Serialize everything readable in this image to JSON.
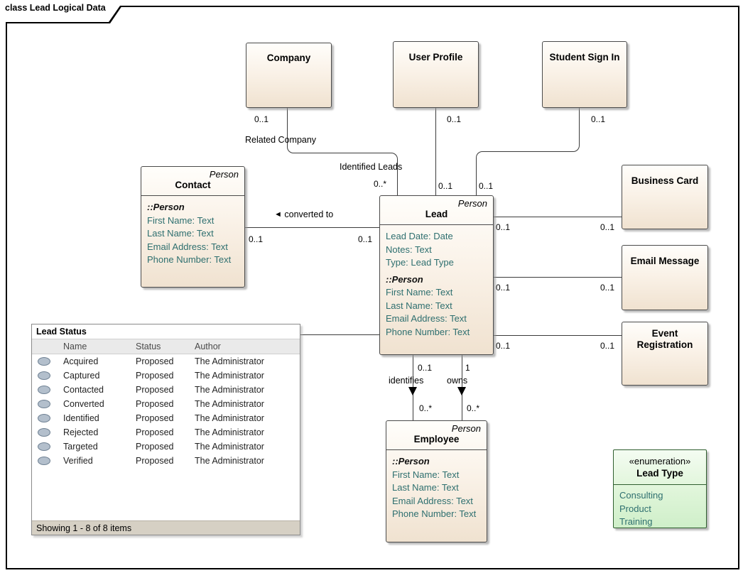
{
  "frame": {
    "title": "class Lead Logical Data"
  },
  "classes": {
    "company": {
      "title": "Company"
    },
    "user_profile": {
      "title": "User Profile"
    },
    "student_sign_in": {
      "title": "Student Sign In"
    },
    "business_card": {
      "title": "Business Card"
    },
    "email_message": {
      "title": "Email Message"
    },
    "event_registration": {
      "title": "Event Registration"
    },
    "contact": {
      "stereotype": "Person",
      "title": "Contact",
      "inherit_label": "::Person",
      "attrs": [
        "First Name: Text",
        "Last Name: Text",
        "Email Address: Text",
        "Phone Number: Text"
      ]
    },
    "lead": {
      "stereotype": "Person",
      "title": "Lead",
      "own_attrs": [
        "Lead Date: Date",
        "Notes: Text",
        "Type: Lead Type"
      ],
      "inherit_label": "::Person",
      "attrs": [
        "First Name: Text",
        "Last Name: Text",
        "Email Address: Text",
        "Phone Number: Text"
      ]
    },
    "employee": {
      "stereotype": "Person",
      "title": "Employee",
      "inherit_label": "::Person",
      "attrs": [
        "First Name: Text",
        "Last Name: Text",
        "Email Address: Text",
        "Phone Number: Text"
      ]
    }
  },
  "enumeration": {
    "stereotype": "«enumeration»",
    "title": "Lead Type",
    "literals": [
      "Consulting",
      "Product",
      "Training"
    ]
  },
  "lead_status": {
    "title": "Lead Status",
    "columns": [
      "Name",
      "Status",
      "Author"
    ],
    "rows": [
      [
        "Acquired",
        "Proposed",
        "The Administrator"
      ],
      [
        "Captured",
        "Proposed",
        "The Administrator"
      ],
      [
        "Contacted",
        "Proposed",
        "The Administrator"
      ],
      [
        "Converted",
        "Proposed",
        "The Administrator"
      ],
      [
        "Identified",
        "Proposed",
        "The Administrator"
      ],
      [
        "Rejected",
        "Proposed",
        "The Administrator"
      ],
      [
        "Targeted",
        "Proposed",
        "The Administrator"
      ],
      [
        "Verified",
        "Proposed",
        "The Administrator"
      ]
    ],
    "footer": "Showing 1 - 8 of 8 items"
  },
  "connectors": {
    "company_lead": {
      "src_mult": "0..1",
      "src_role": "Related Company",
      "tgt_role": "Identified Leads",
      "tgt_mult": "0..*"
    },
    "user_profile_lead": {
      "src_mult": "0..1",
      "tgt_mult": "0..1"
    },
    "student_sign_in_lead": {
      "src_mult": "0..1",
      "tgt_mult": "0..1"
    },
    "contact_lead": {
      "arrow": "◄",
      "name": "converted to",
      "src_mult": "0..1",
      "tgt_mult": "0..1"
    },
    "lead_business_card": {
      "src_mult": "0..1",
      "tgt_mult": "0..1"
    },
    "lead_email_message": {
      "src_mult": "0..1",
      "tgt_mult": "0..1"
    },
    "lead_event_registration": {
      "src_mult": "0..1",
      "tgt_mult": "0..1"
    },
    "lead_employee_identifies": {
      "src_mult": "0..1",
      "name": "identifies",
      "tgt_mult": "0..*"
    },
    "lead_employee_owns": {
      "src_mult": "1",
      "name": "owns",
      "tgt_mult": "0..*"
    }
  }
}
